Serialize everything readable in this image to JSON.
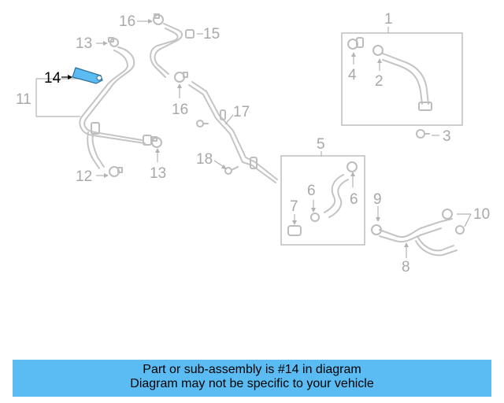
{
  "diagram": {
    "callouts": {
      "c1": "1",
      "c2": "2",
      "c3": "3",
      "c4": "4",
      "c5": "5",
      "c6a": "6",
      "c6b": "6",
      "c7": "7",
      "c8": "8",
      "c9": "9",
      "c10": "10",
      "c11": "11",
      "c12": "12",
      "c13a": "13",
      "c13b": "13",
      "c14": "14",
      "c15": "15",
      "c16a": "16",
      "c16b": "16",
      "c17": "17",
      "c18": "18"
    },
    "highlighted_part": "14",
    "highlight_color": "#5bbcf3"
  },
  "banner": {
    "line1": "Part or sub-assembly is #14 in diagram",
    "line2": "Diagram may not be specific to your vehicle",
    "background": "#5bbcf3"
  }
}
